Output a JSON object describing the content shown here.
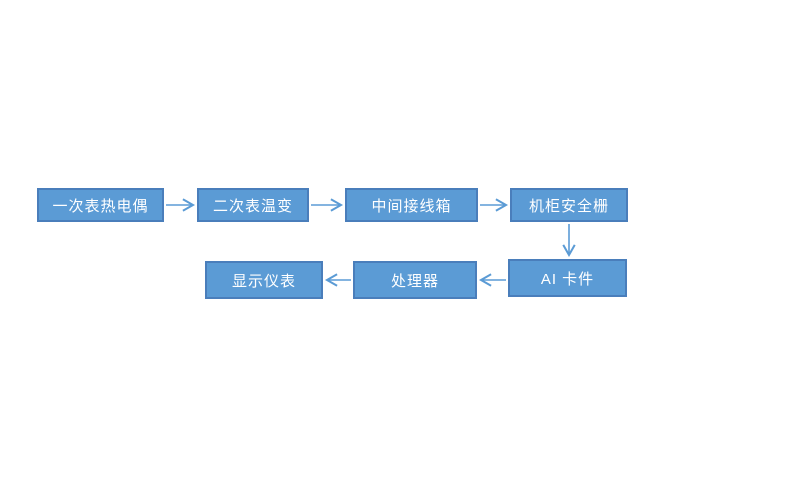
{
  "diagram": {
    "title": "temperature-measurement-signal-flow",
    "nodes": [
      {
        "id": "primary-thermocouple",
        "label": "一次表热电偶"
      },
      {
        "id": "secondary-transmitter",
        "label": "二次表温变"
      },
      {
        "id": "junction-box",
        "label": "中间接线箱"
      },
      {
        "id": "safety-barrier",
        "label": "机柜安全栅"
      },
      {
        "id": "ai-card",
        "label": "AI 卡件"
      },
      {
        "id": "processor",
        "label": "处理器"
      },
      {
        "id": "display-instrument",
        "label": "显示仪表"
      }
    ],
    "edges": [
      {
        "from": "primary-thermocouple",
        "to": "secondary-transmitter",
        "direction": "right"
      },
      {
        "from": "secondary-transmitter",
        "to": "junction-box",
        "direction": "right"
      },
      {
        "from": "junction-box",
        "to": "safety-barrier",
        "direction": "right"
      },
      {
        "from": "safety-barrier",
        "to": "ai-card",
        "direction": "down"
      },
      {
        "from": "ai-card",
        "to": "processor",
        "direction": "left"
      },
      {
        "from": "processor",
        "to": "display-instrument",
        "direction": "left"
      }
    ]
  },
  "colors": {
    "box_fill": "#5b9bd5",
    "box_border": "#4a7ebb",
    "arrow": "#5b9bd5",
    "text": "#ffffff",
    "background": "#ffffff"
  }
}
